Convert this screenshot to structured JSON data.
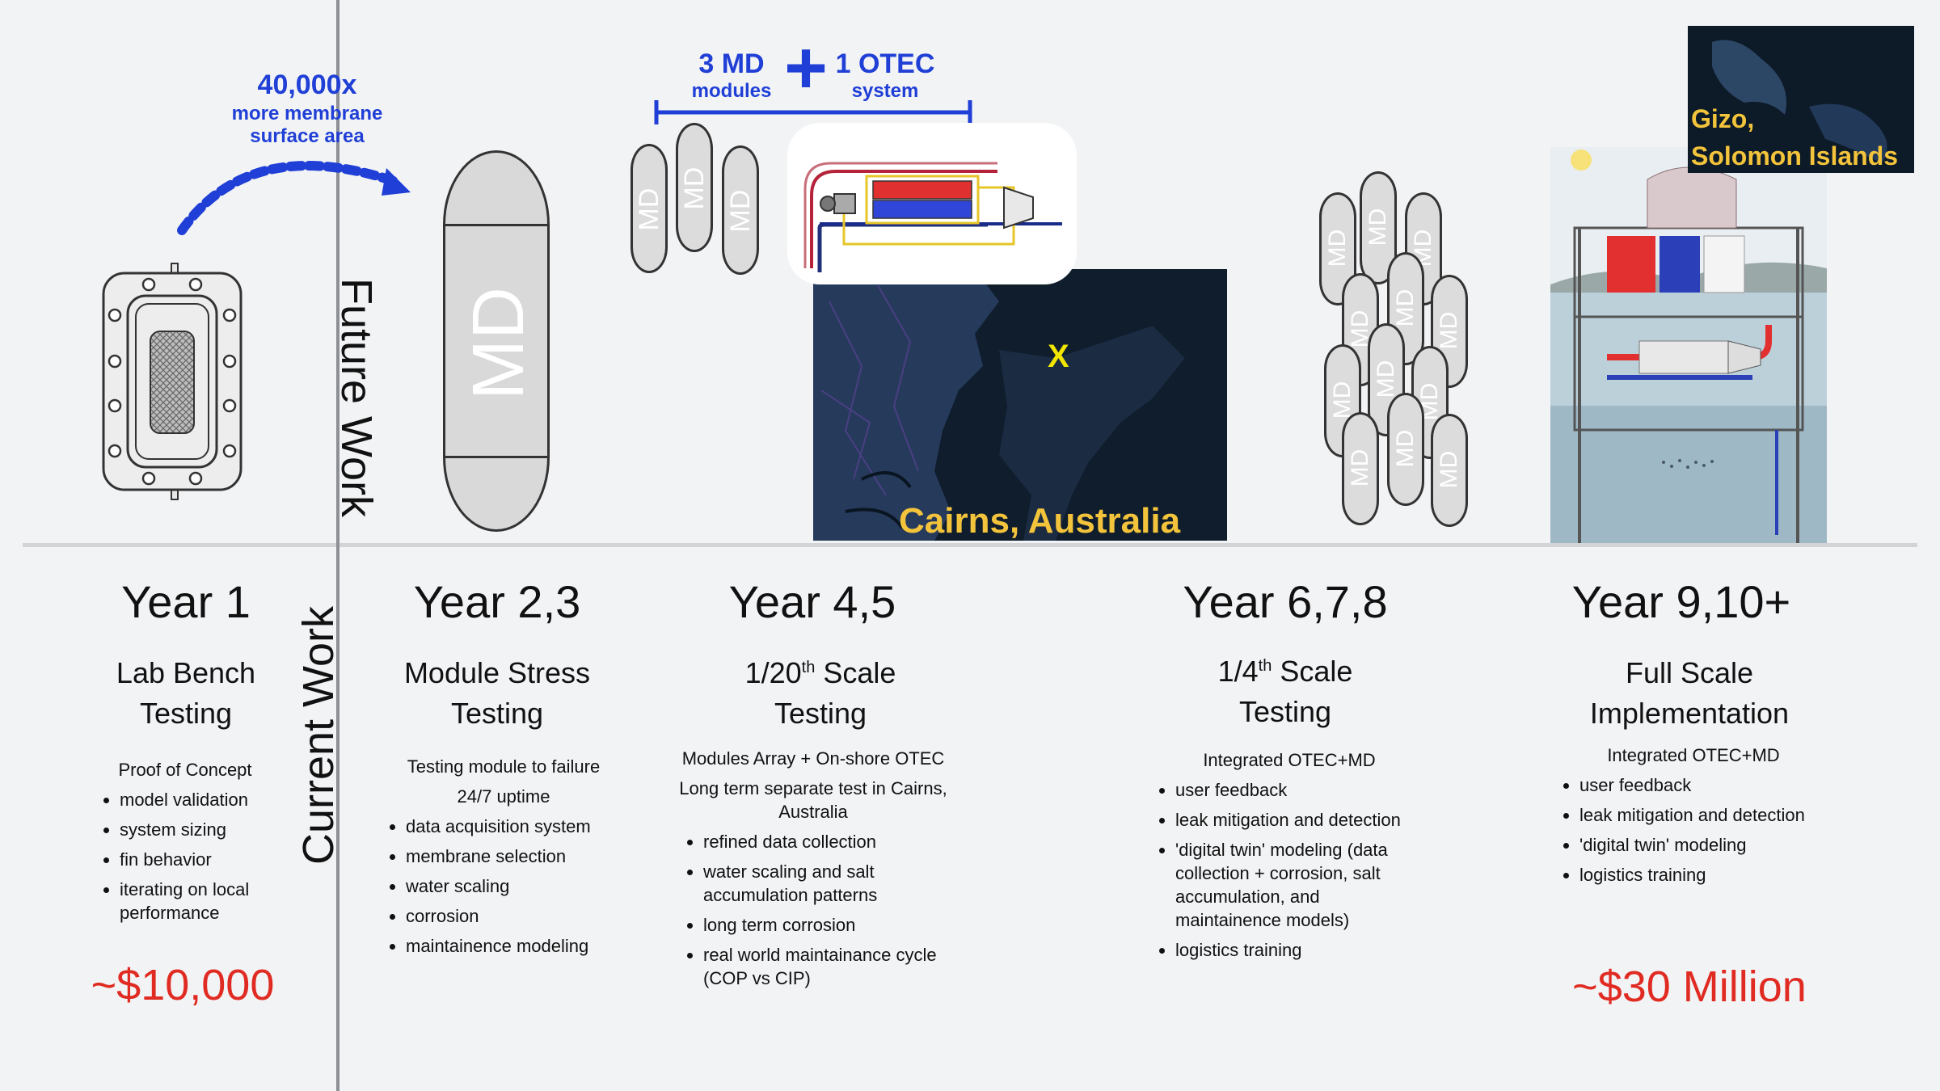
{
  "annotation": {
    "area_factor": "40,000x",
    "area_text_1": "more membrane",
    "area_text_2": "surface area",
    "md_count": "3 MD",
    "md_unit": "modules",
    "plus": "+",
    "otec_count": "1 OTEC",
    "otec_unit": "system"
  },
  "divider": {
    "future_label": "Future Work",
    "current_label": "Current Work"
  },
  "large_module_label": "MD",
  "small_module_label": "MD",
  "maps": {
    "cairns_label": "Cairns, Australia",
    "cairns_marker": "X",
    "gizo_line1": "Gizo,",
    "gizo_line2": "Solomon Islands"
  },
  "stages": [
    {
      "year": "Year 1",
      "phase_line1": "Lab Bench",
      "phase_line2": "Testing",
      "header": "Proof of Concept",
      "bullets": [
        "model validation",
        "system sizing",
        "fin behavior",
        "iterating on local performance"
      ],
      "cost": "~$10,000"
    },
    {
      "year": "Year 2,3",
      "phase_line1": "Module Stress",
      "phase_line2": "Testing",
      "header1": "Testing module to failure",
      "header2": "24/7 uptime",
      "bullets": [
        "data acquisition system",
        "membrane selection",
        "water scaling",
        "corrosion",
        "maintainence modeling"
      ]
    },
    {
      "year": "Year 4,5",
      "phase_pre": "1/20",
      "phase_sup": "th",
      "phase_post": " Scale",
      "phase_line2": "Testing",
      "header1": "Modules Array + On-shore OTEC",
      "header2": "Long term separate test in Cairns, Australia",
      "bullets": [
        "refined data collection",
        "water scaling and salt accumulation patterns",
        "long term corrosion",
        "real world maintainance cycle (COP vs CIP)"
      ]
    },
    {
      "year": "Year 6,7,8",
      "phase_pre": "1/4",
      "phase_sup": "th",
      "phase_post": " Scale",
      "phase_line2": "Testing",
      "header": "Integrated OTEC+MD",
      "bullets": [
        "user feedback",
        "leak mitigation and detection",
        "'digital twin' modeling (data collection + corrosion, salt accumulation, and maintainence models)",
        "logistics training"
      ]
    },
    {
      "year": "Year 9,10+",
      "phase_line1": "Full Scale",
      "phase_line2": "Implementation",
      "header": "Integrated OTEC+MD",
      "bullets": [
        "user feedback",
        "leak mitigation and detection",
        "'digital twin' modeling",
        "logistics training"
      ],
      "cost": "~$30 Million"
    }
  ],
  "colors": {
    "accent_blue": "#1f3fd6",
    "cost_red": "#e02b22",
    "map_label_gold": "#f3c43b",
    "marker_yellow": "#f2e500"
  }
}
